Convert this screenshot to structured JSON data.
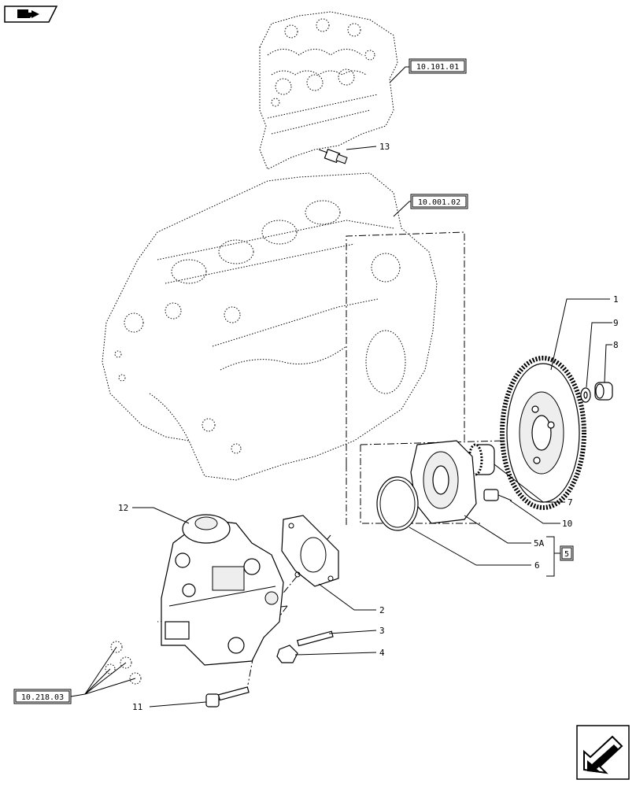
{
  "refs": {
    "r1": "10.101.01",
    "r2": "10.001.02",
    "r3": "10.218.03",
    "r4": "5"
  },
  "callouts": {
    "c1": "1",
    "c2": "2",
    "c3": "3",
    "c4": "4",
    "c5a": "5A",
    "c6": "6",
    "c7": "7",
    "c8": "8",
    "c9": "9",
    "c10": "10",
    "c11": "11",
    "c12": "12",
    "c13": "13"
  },
  "icons": {
    "top_left": "book-arrow-icon",
    "bottom_right": "next-page-arrow-icon"
  }
}
